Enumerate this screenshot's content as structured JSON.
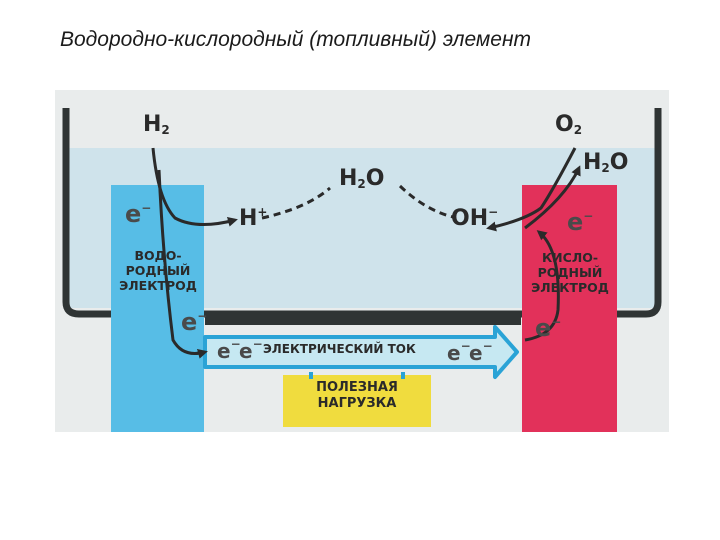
{
  "title": "Водородно-кислородный  (топливный) элемент",
  "colors": {
    "background_paper": "#e9ecec",
    "electrolyte": "#cfe3eb",
    "container_wall": "#2f3434",
    "hydrogen_electrode": "#57bde6",
    "oxygen_electrode": "#e2315a",
    "current_arrow": "#c6e8f2",
    "current_arrow_outline": "#2aa3d6",
    "load": "#f0dc3e"
  },
  "diagram": {
    "h2_label": {
      "main": "H",
      "sub": "2"
    },
    "o2_label": {
      "main": "O",
      "sub": "2"
    },
    "h2o_top": {
      "main": "H",
      "sub": "2",
      "tail": "O"
    },
    "h2o_right": {
      "main": "H",
      "sub": "2",
      "tail": "O"
    },
    "h_plus": {
      "main": "H",
      "sup": "+"
    },
    "oh_minus": {
      "main": "OH",
      "sup": "−"
    },
    "electron": {
      "main": "e",
      "sup": "−"
    },
    "hydrogen_electrode_label": [
      "ВОДО-",
      "РОДНЫЙ",
      "ЭЛЕКТРОД"
    ],
    "oxygen_electrode_label": [
      "КИСЛО-",
      "РОДНЫЙ",
      "ЭЛЕКТРОД"
    ],
    "current_label": "ЭЛЕКТРИЧЕСКИЙ ТОК",
    "load_label": [
      "ПОЛЕЗНАЯ",
      "НАГРУЗКА"
    ]
  }
}
